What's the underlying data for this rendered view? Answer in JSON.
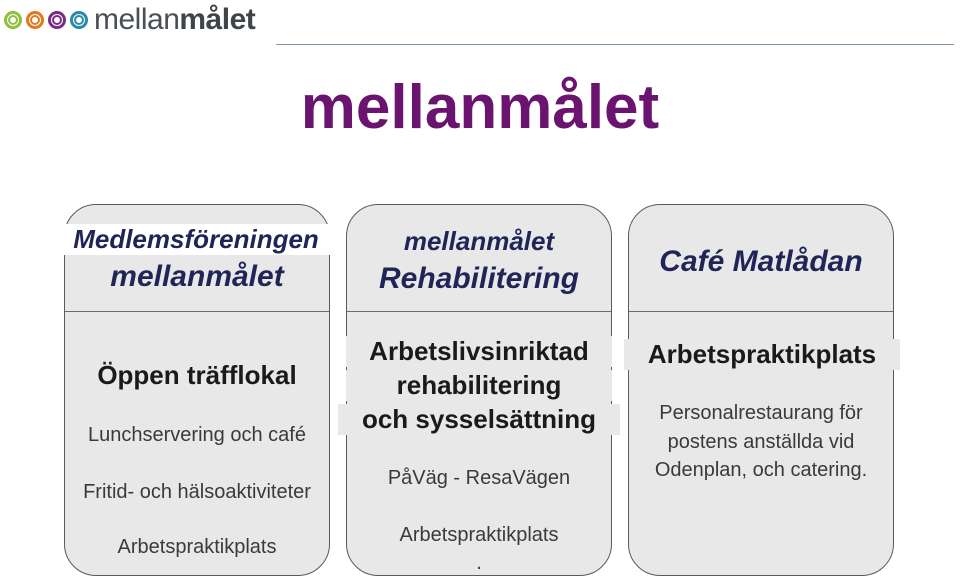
{
  "logo": {
    "text_regular": "mellan",
    "text_bold": "målet",
    "dot_colors": [
      "#8fbf3c",
      "#e07a1f",
      "#7b2d84",
      "#2a8aa8"
    ]
  },
  "title": "mellanmålet",
  "colors": {
    "title": "#6a1470",
    "header_text": "#1f2557",
    "card_bg": "#e8e8e8"
  },
  "cards": [
    {
      "header_line1": "Medlemsföreningen",
      "header_line2": "mellanmålet",
      "heading": "Öppen träfflokal",
      "items": [
        "Lunchservering och café",
        "Fritid- och hälsoaktiviteter",
        "Arbetspraktikplats"
      ]
    },
    {
      "header_line1": "mellanmålet",
      "header_line2": "Rehabilitering",
      "heading_lines": [
        "Arbetslivsinriktad",
        "rehabilitering",
        "och sysselsättning"
      ],
      "items": [
        "PåVäg - ResaVägen",
        "Arbetspraktikplats",
        "."
      ]
    },
    {
      "header_line1": "Café Matlådan",
      "heading": "Arbetspraktikplats",
      "body_lines": [
        "Personalrestaurang för",
        "postens anställda vid",
        "Odenplan, och catering."
      ]
    }
  ]
}
